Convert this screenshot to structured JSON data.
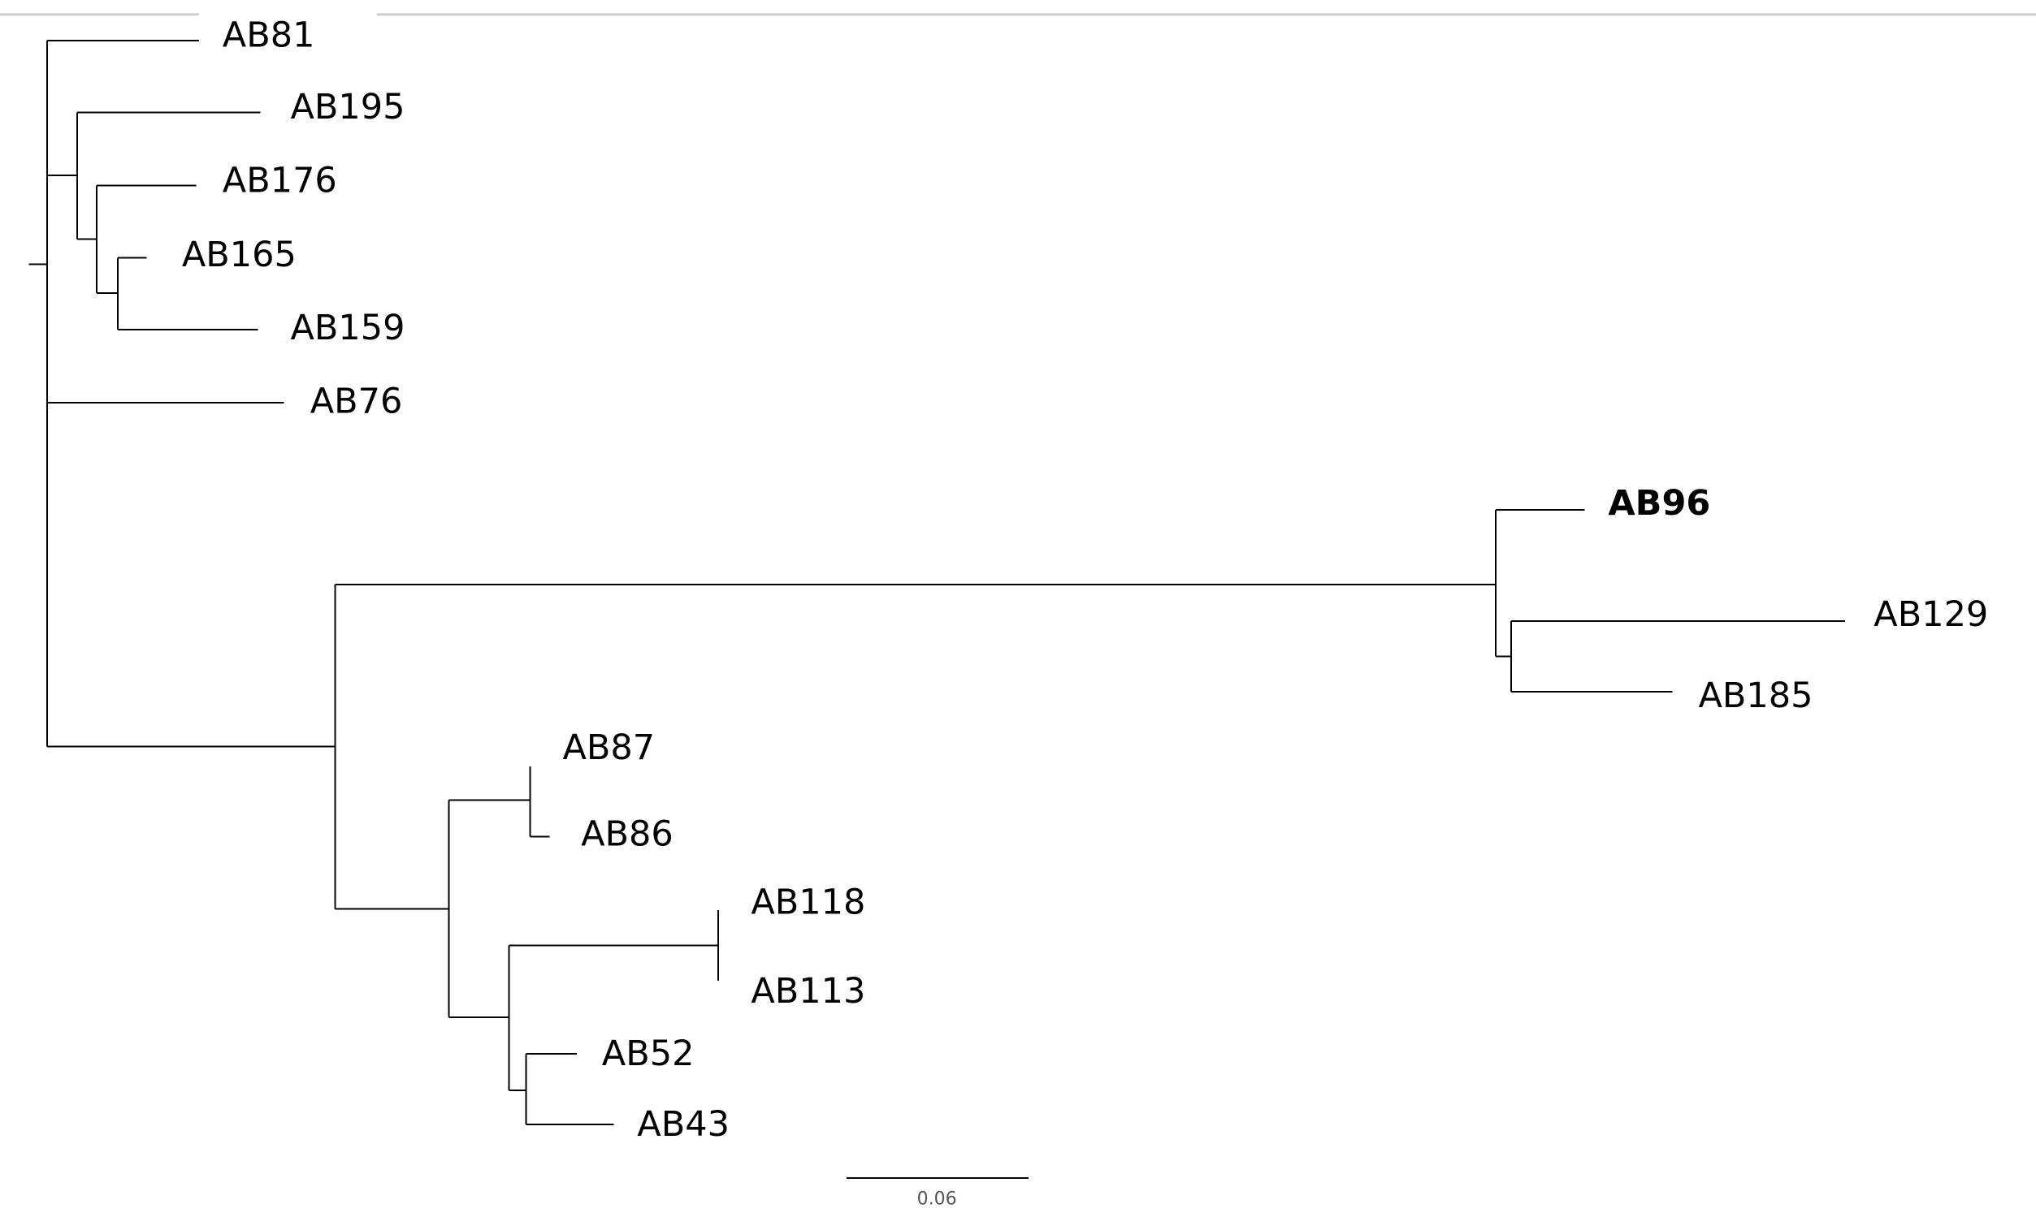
{
  "tree": {
    "tips": [
      {
        "id": "AB81",
        "label": "AB81",
        "bold": false
      },
      {
        "id": "AB195",
        "label": "AB195",
        "bold": false
      },
      {
        "id": "AB176",
        "label": "AB176",
        "bold": false
      },
      {
        "id": "AB165",
        "label": "AB165",
        "bold": false
      },
      {
        "id": "AB159",
        "label": "AB159",
        "bold": false
      },
      {
        "id": "AB76",
        "label": "AB76",
        "bold": false
      },
      {
        "id": "AB96",
        "label": "AB96",
        "bold": true
      },
      {
        "id": "AB129",
        "label": "AB129",
        "bold": false
      },
      {
        "id": "AB185",
        "label": "AB185",
        "bold": false
      },
      {
        "id": "AB87",
        "label": "AB87",
        "bold": false
      },
      {
        "id": "AB86",
        "label": "AB86",
        "bold": false
      },
      {
        "id": "AB118",
        "label": "AB118",
        "bold": false
      },
      {
        "id": "AB113",
        "label": "AB113",
        "bold": false
      },
      {
        "id": "AB52",
        "label": "AB52",
        "bold": false
      },
      {
        "id": "AB43",
        "label": "AB43",
        "bold": false
      }
    ],
    "branch_lengths_note": "",
    "scale_bar": {
      "label": "0.06",
      "value": 0.06
    },
    "colors": {
      "branch": "#000000",
      "label": "#000000",
      "scale_label": "#555555",
      "top_rule": "#d0d0d0"
    }
  }
}
